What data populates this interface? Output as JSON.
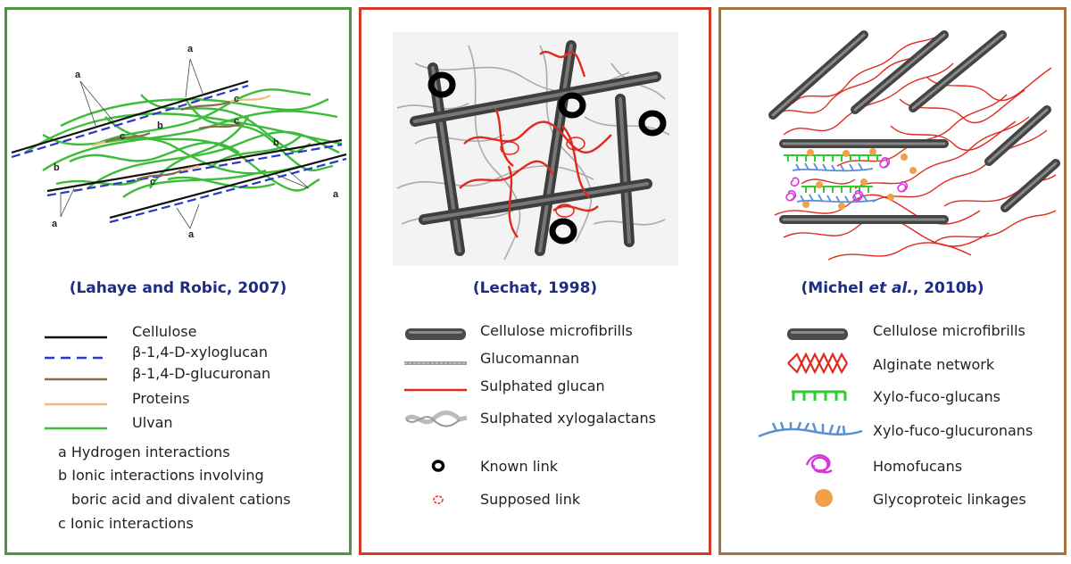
{
  "colors": {
    "panel1_border": "#4a9a3c",
    "panel2_border": "#d23a2c",
    "panel3_border": "#a8733c",
    "citation": "#1d2c86",
    "cellulose": "#111111",
    "xyloglucan": "#2a37c8",
    "glucuronan": "#8a6a4a",
    "proteins": "#eebc82",
    "ulvan": "#3dbb3b",
    "microfibril": "#5a5a5a",
    "glucomannan": "#9a9a9a",
    "sulphated_glucan": "#e02a20",
    "alginate": "#e02a20",
    "xylo_fuco_glucans": "#2ccd2c",
    "xylo_fuco_glucuronans": "#5b8fd4",
    "homofucans": "#d43ad8",
    "glycoproteic": "#f0a04a"
  },
  "panel1": {
    "citation": "(Lahaye and Robic, 2007)",
    "diagram_labels": {
      "a": "a",
      "b": "b",
      "c": "c"
    },
    "legend": [
      {
        "icon": "cellulose-line-icon",
        "label": "Cellulose"
      },
      {
        "icon": "xyloglucan-dashed-line-icon",
        "label": "β-1,4-D-xyloglucan"
      },
      {
        "icon": "glucuronan-line-icon",
        "label": "β-1,4-D-glucuronan"
      },
      {
        "icon": "proteins-line-icon",
        "label": "Proteins"
      },
      {
        "icon": "ulvan-line-icon",
        "label": "Ulvan"
      }
    ],
    "notes": {
      "a": "a Hydrogen interactions",
      "b1": "b Ionic interactions involving",
      "b2": "boric acid and divalent cations",
      "c": "c Ionic interactions"
    }
  },
  "panel2": {
    "citation": "(Lechat, 1998)",
    "legend": [
      {
        "icon": "microfibril-rod-icon",
        "label": "Cellulose microfibrills"
      },
      {
        "icon": "glucomannan-strand-icon",
        "label": "Glucomannan"
      },
      {
        "icon": "sulphated-glucan-line-icon",
        "label": "Sulphated glucan"
      },
      {
        "icon": "sulphated-xylogalactan-icon",
        "label": "Sulphated xylogalactans"
      },
      {
        "icon": "known-link-ring-icon",
        "label": "Known link"
      },
      {
        "icon": "supposed-link-icon",
        "label": "Supposed link"
      }
    ]
  },
  "panel3": {
    "citation_pre": "(Michel ",
    "citation_em": "et al.",
    "citation_post": ", 2010b)",
    "legend": [
      {
        "icon": "microfibril-rod-icon",
        "label": "Cellulose microfibrills"
      },
      {
        "icon": "alginate-zigzag-icon",
        "label": "Alginate network"
      },
      {
        "icon": "xylo-fuco-glucan-comb-icon",
        "label": "Xylo-fuco-glucans"
      },
      {
        "icon": "xylo-fuco-glucuronan-comb-icon",
        "label": "Xylo-fuco-glucuronans"
      },
      {
        "icon": "homofucan-scribble-icon",
        "label": "Homofucans"
      },
      {
        "icon": "glycoproteic-dot-icon",
        "label": "Glycoproteic linkages"
      }
    ]
  }
}
